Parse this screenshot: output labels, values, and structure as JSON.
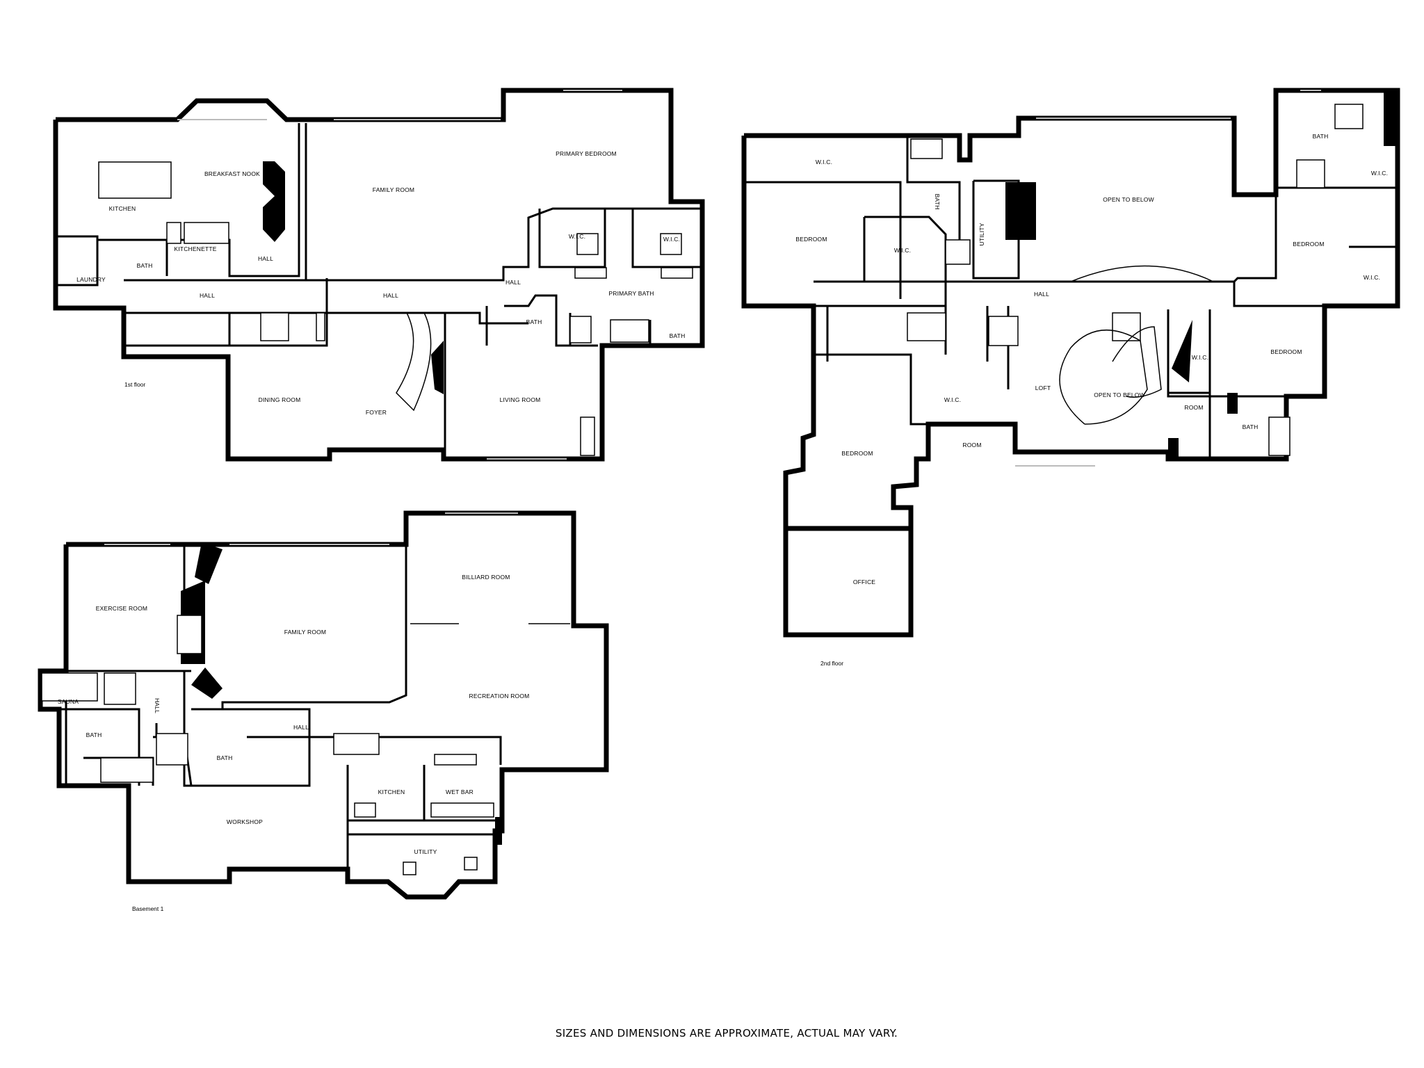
{
  "disclaimer": "SIZES AND DIMENSIONS ARE APPROXIMATE, ACTUAL MAY VARY.",
  "floors": {
    "first": {
      "label": "1st floor",
      "rooms": {
        "kitchen": "KITCHEN",
        "breakfast_nook": "BREAKFAST NOOK",
        "family_room": "FAMILY ROOM",
        "primary_bedroom": "PRIMARY BEDROOM",
        "kitchenette": "KITCHENETTE",
        "bath_a": "BATH",
        "laundry": "LAUNDRY",
        "hall_a": "HALL",
        "hall_b": "HALL",
        "hall_c": "HALL",
        "hall_d": "HALL",
        "wic_a": "W.I.C.",
        "wic_b": "W.I.C.",
        "primary_bath": "PRIMARY BATH",
        "bath_b": "BATH",
        "bath_c": "BATH",
        "dining_room": "DINING ROOM",
        "foyer": "FOYER",
        "living_room": "LIVING ROOM"
      }
    },
    "second": {
      "label": "2nd floor",
      "rooms": {
        "wic_a": "W.I.C.",
        "bedroom_a": "BEDROOM",
        "wic_b": "W.I.C.",
        "bath_a": "BATH",
        "utility": "UTILITY",
        "open_to_below_a": "OPEN TO BELOW",
        "bath_b": "BATH",
        "wic_c": "W.I.C.",
        "bedroom_b": "BEDROOM",
        "wic_d": "W.I.C.",
        "hall": "HALL",
        "loft": "LOFT",
        "open_to_below_b": "OPEN TO BELOW",
        "wic_e": "W.I.C.",
        "wic_f": "W.I.C.",
        "bedroom_c": "BEDROOM",
        "room_a": "ROOM",
        "bath_c": "BATH",
        "room_b": "ROOM",
        "bedroom_d": "BEDROOM",
        "office": "OFFICE"
      }
    },
    "basement": {
      "label": "Basement 1",
      "rooms": {
        "exercise_room": "EXERCISE ROOM",
        "family_room": "FAMILY ROOM",
        "billiard_room": "BILLIARD ROOM",
        "recreation_room": "RECREATION ROOM",
        "sauna": "SAUNA",
        "hall_a": "HALL",
        "hall_b": "HALL",
        "bath_a": "BATH",
        "bath_b": "BATH",
        "kitchen": "KITCHEN",
        "wet_bar": "WET BAR",
        "workshop": "WORKSHOP",
        "utility": "UTILITY"
      }
    }
  }
}
